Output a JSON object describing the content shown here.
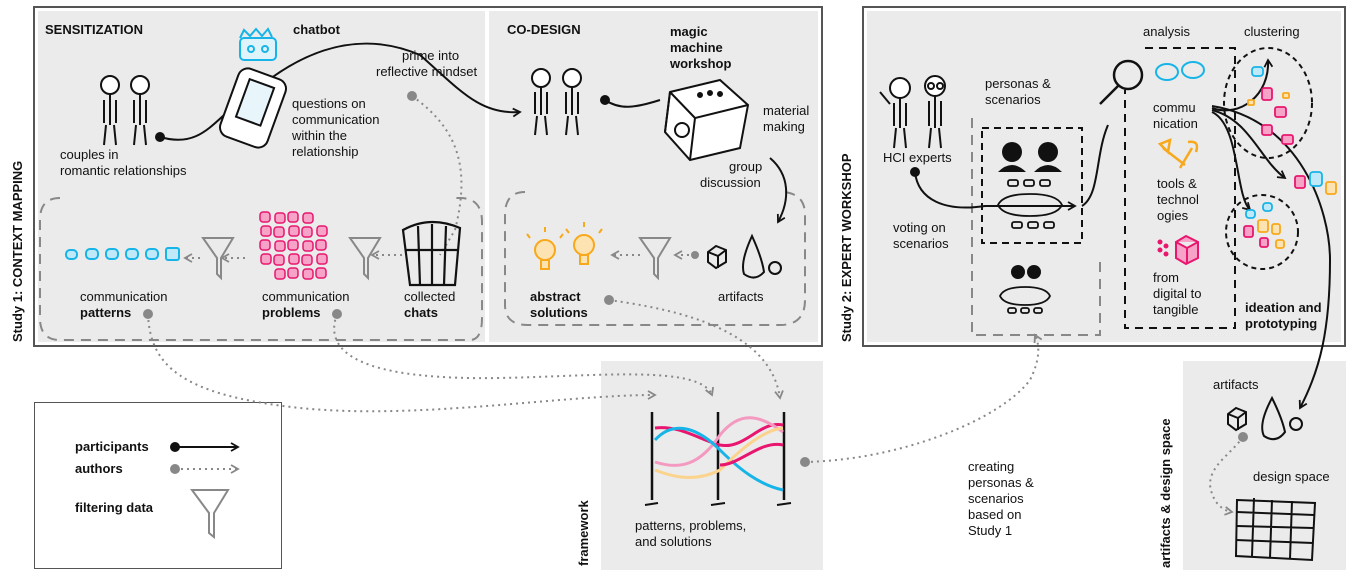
{
  "study1": {
    "side_label": "Study 1: CONTEXT MAPPING",
    "sensitization": {
      "heading": "SENSITIZATION",
      "chatbot": "chatbot",
      "couples_line1": "couples in",
      "couples_line2": "romantic relationships",
      "questions": [
        "questions on",
        "communication",
        "within the",
        "relationship"
      ],
      "prime": [
        "prime into",
        "reflective mindset"
      ],
      "patterns_line1": "communication",
      "patterns_line2": "patterns",
      "problems_line1": "communication",
      "problems_line2": "problems",
      "chats_line1": "collected",
      "chats_line2": "chats"
    },
    "codesign": {
      "heading": "CO-DESIGN",
      "workshop": [
        "magic",
        "machine",
        "workshop"
      ],
      "material": [
        "material",
        "making"
      ],
      "group": [
        "group",
        "discussion"
      ],
      "artifacts": "artifacts",
      "solutions_line1": "abstract",
      "solutions_line2": "solutions"
    }
  },
  "study2": {
    "side_label": "Study 2: EXPERT WORKSHOP",
    "personas": [
      "personas &",
      "scenarios"
    ],
    "experts": "HCI experts",
    "voting": [
      "voting on",
      "scenarios"
    ],
    "analysis": "analysis",
    "clustering": "clustering",
    "communication": [
      "commu",
      "nication"
    ],
    "tools": [
      "tools &",
      "technol",
      "ogies"
    ],
    "digital": [
      "from",
      "digital to",
      "tangible"
    ],
    "ideation": [
      "ideation and",
      "prototyping"
    ]
  },
  "legend": {
    "participants": "participants",
    "authors": "authors",
    "filtering": "filtering data"
  },
  "framework": {
    "side_label": "framework",
    "caption": [
      "patterns, problems,",
      "and solutions"
    ],
    "creating": [
      "creating",
      "personas &",
      "scenarios",
      "based on",
      "Study 1"
    ]
  },
  "artifacts_space": {
    "side_label": "artifacts & design space",
    "artifacts": "artifacts",
    "design_space": "design space"
  },
  "colors": {
    "pink": "#e8166e",
    "blue": "#17b4e8",
    "yellow": "#f7a81b",
    "light_pink": "#f49ac1",
    "light_yellow": "#fbd38d",
    "panel_gray": "#ebebeb",
    "author_gray": "#888888"
  }
}
